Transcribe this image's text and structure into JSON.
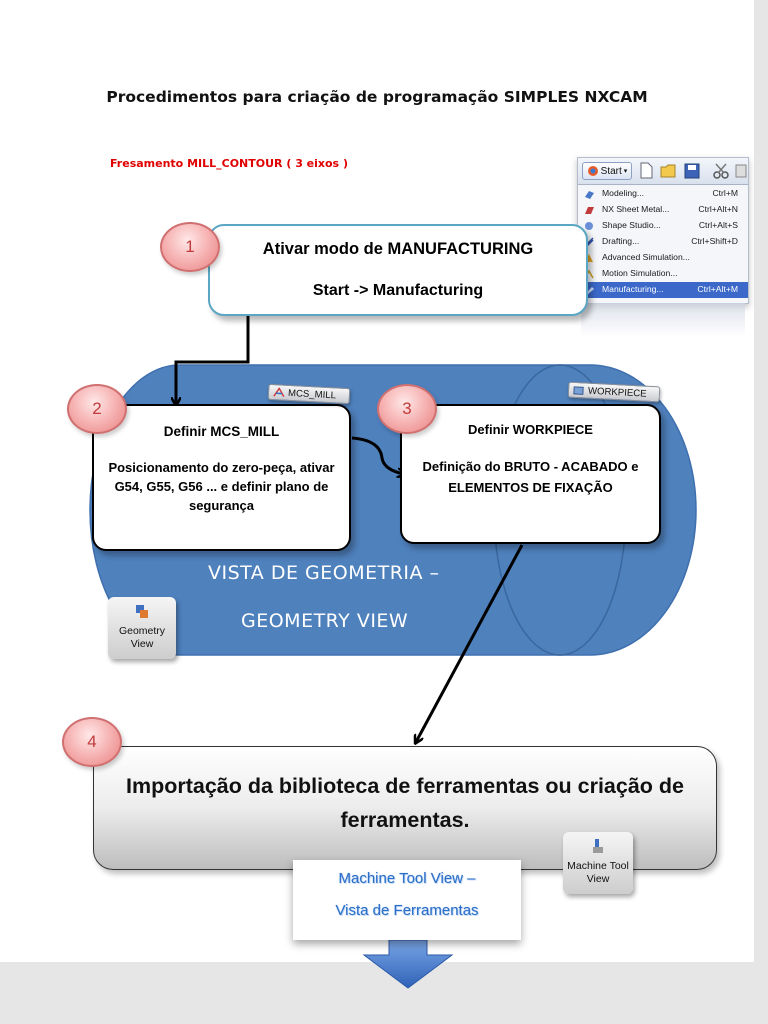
{
  "document": {
    "title": "Procedimentos para criação de programação SIMPLES NXCAM",
    "subtitle": "Fresamento MILL_CONTOUR ( 3 eixos )"
  },
  "nx_menu": {
    "start_label": "Start",
    "items": [
      {
        "label": "Modeling...",
        "shortcut": "Ctrl+M",
        "icon": "modeling-icon"
      },
      {
        "label": "NX Sheet Metal...",
        "shortcut": "Ctrl+Alt+N",
        "icon": "sheet-metal-icon"
      },
      {
        "label": "Shape Studio...",
        "shortcut": "Ctrl+Alt+S",
        "icon": "shape-studio-icon"
      },
      {
        "label": "Drafting...",
        "shortcut": "Ctrl+Shift+D",
        "icon": "drafting-icon"
      },
      {
        "label": "Advanced Simulation...",
        "shortcut": "",
        "icon": "advanced-simulation-icon"
      },
      {
        "label": "Motion Simulation...",
        "shortcut": "",
        "icon": "motion-simulation-icon"
      },
      {
        "label": "Manufacturing...",
        "shortcut": "Ctrl+Alt+M",
        "icon": "manufacturing-icon",
        "selected": true
      }
    ]
  },
  "steps": [
    {
      "number": "1",
      "title": "Ativar modo de MANUFACTURING",
      "body": "Start -> Manufacturing"
    },
    {
      "number": "2",
      "title": "Definir MCS_MILL",
      "body": "Posicionamento do zero-peça, ativar G54, G55, G56 ... e definir plano de segurança",
      "tab": "MCS_MILL"
    },
    {
      "number": "3",
      "title": "Definir WORKPIECE",
      "body": "Definição do BRUTO  - ACABADO e ELEMENTOS DE FIXAÇÃO",
      "tab": "WORKPIECE"
    },
    {
      "number": "4",
      "title": "Importação da biblioteca de ferramentas ou criação de ferramentas."
    }
  ],
  "geometry_view": {
    "line1": "VISTA DE GEOMETRIA –",
    "line2": "GEOMETRY VIEW",
    "button_label": "Geometry View"
  },
  "tool_view": {
    "button_label": "Machine Tool View",
    "caption_line1": "Machine Tool View –",
    "caption_line2": "Vista de Ferramentas"
  },
  "colors": {
    "cylinder_fill": "#4f81bd",
    "subtitle_red": "#e00000",
    "menu_highlight": "#3b68c9",
    "step_circle": "#f2a3a3",
    "arrow_blue": "#4a7fd0"
  }
}
